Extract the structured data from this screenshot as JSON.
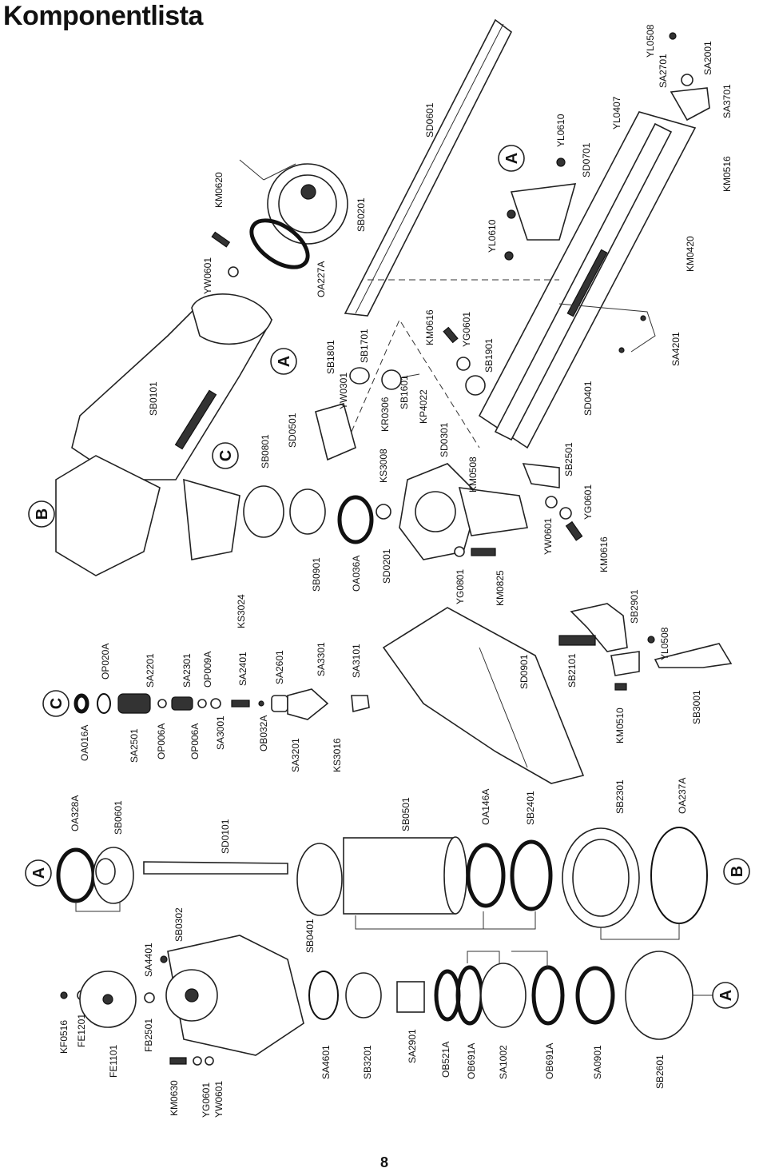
{
  "page": {
    "title": "Komponentlista",
    "number": "8"
  },
  "callouts": {
    "A": "A",
    "B": "B",
    "C": "C"
  },
  "labels": {
    "KM0620": "KM0620",
    "YW0601": "YW0601",
    "SB0201": "SB0201",
    "OA227A": "OA227A",
    "SB0101": "SB0101",
    "SD0601": "SD0601",
    "YL0610_a": "YL0610",
    "SD0701": "SD0701",
    "YL0610_b": "YL0610",
    "YL0407": "YL0407",
    "YL0508_a": "YL0508",
    "SA2701": "SA2701",
    "SA2001": "SA2001",
    "SA3701": "SA3701",
    "KM0516": "KM0516",
    "KM0420": "KM0420",
    "SB1801": "SB1801",
    "SB1701": "SB1701",
    "YW0301": "YW0301",
    "KR0306": "KR0306",
    "SB1601": "SB1601",
    "KP4022": "KP4022",
    "KM0616_a": "KM0616",
    "YG0601_a": "YG0601",
    "SB1901": "SB1901",
    "SD0401": "SD0401",
    "SA4201": "SA4201",
    "SD0501": "SD0501",
    "KS3008": "KS3008",
    "SB0801": "SB0801",
    "SD0301": "SD0301",
    "KM0508": "KM0508",
    "SB2501": "SB2501",
    "YG0601_b": "YG0601",
    "YW0601_b": "YW0601",
    "KM0616_b": "KM0616",
    "KS3024": "KS3024",
    "SB0901": "SB0901",
    "OA036A": "OA036A",
    "SD0201": "SD0201",
    "YG0801": "YG0801",
    "KM0825": "KM0825",
    "OA016A": "OA016A",
    "OP020A": "OP020A",
    "SA2201": "SA2201",
    "SA2501": "SA2501",
    "OP006A_a": "OP006A",
    "SA2301": "SA2301",
    "OP006A_b": "OP006A",
    "OP009A": "OP009A",
    "SA3001": "SA3001",
    "SA2401": "SA2401",
    "OB032A": "OB032A",
    "SA2601": "SA2601",
    "SA3201": "SA3201",
    "SA3301": "SA3301",
    "KS3016": "KS3016",
    "SA3101": "SA3101",
    "SD0901": "SD0901",
    "SB2901": "SB2901",
    "YL0508_b": "YL0508",
    "SB2101": "SB2101",
    "KM0510": "KM0510",
    "SB3001": "SB3001",
    "OA328A": "OA328A",
    "SB0601": "SB0601",
    "SD0101": "SD0101",
    "SB0501": "SB0501",
    "OA146A": "OA146A",
    "SB2401": "SB2401",
    "SB2301": "SB2301",
    "OA237A": "OA237A",
    "KF0516": "KF0516",
    "FE1201": "FE1201",
    "FE1101": "FE1101",
    "SA4401": "SA4401",
    "SB0302": "SB0302",
    "FB2501": "FB2501",
    "SB0401": "SB0401",
    "KM0630": "KM0630",
    "YG0601_c": "YG0601",
    "YW0601_c": "YW0601",
    "SA4601": "SA4601",
    "SB3201": "SB3201",
    "SA2901": "SA2901",
    "OB521A": "OB521A",
    "OB691A_a": "OB691A",
    "SA1002": "SA1002",
    "OB691A_b": "OB691A",
    "SA0901": "SA0901",
    "SB2601": "SB2601"
  }
}
